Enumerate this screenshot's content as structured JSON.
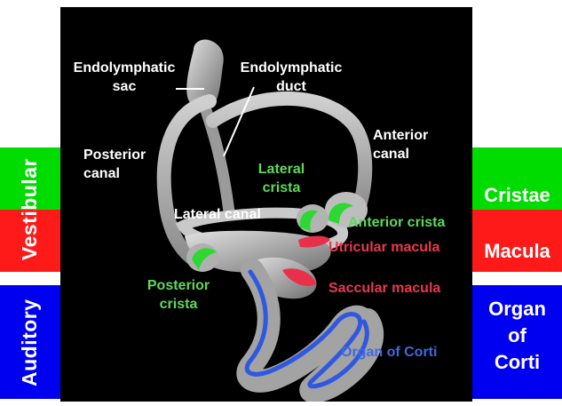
{
  "colors": {
    "vestibular_green": "#00dc00",
    "vestibular_red": "#ff1a1a",
    "auditory_blue": "#0000f0",
    "background": "#000000",
    "label_green": "#5fd85a",
    "label_red": "#e8384f",
    "label_blue": "#3f68e0"
  },
  "sections": {
    "vestibular": "Vestibular",
    "auditory": "Auditory"
  },
  "right_labels": {
    "cristae": "Cristae",
    "macula": "Macula",
    "organ_of_corti": [
      "Organ",
      "of",
      "Corti"
    ]
  },
  "labels": {
    "endolymphatic_sac": [
      "Endolymphatic",
      "sac"
    ],
    "endolymphatic_duct": [
      "Endolymphatic",
      "duct"
    ],
    "posterior_canal": [
      "Posterior",
      "canal"
    ],
    "anterior_canal": [
      "Anterior",
      "canal"
    ],
    "lateral_crista": [
      "Lateral",
      "crista"
    ],
    "lateral_canal": "Lateral canal",
    "anterior_crista": "Anterior crista",
    "utricular_macula": "Utricular macula",
    "saccular_macula": "Saccular macula",
    "posterior_crista": [
      "Posterior",
      "crista"
    ],
    "organ_of_corti": "Organ of Corti"
  }
}
